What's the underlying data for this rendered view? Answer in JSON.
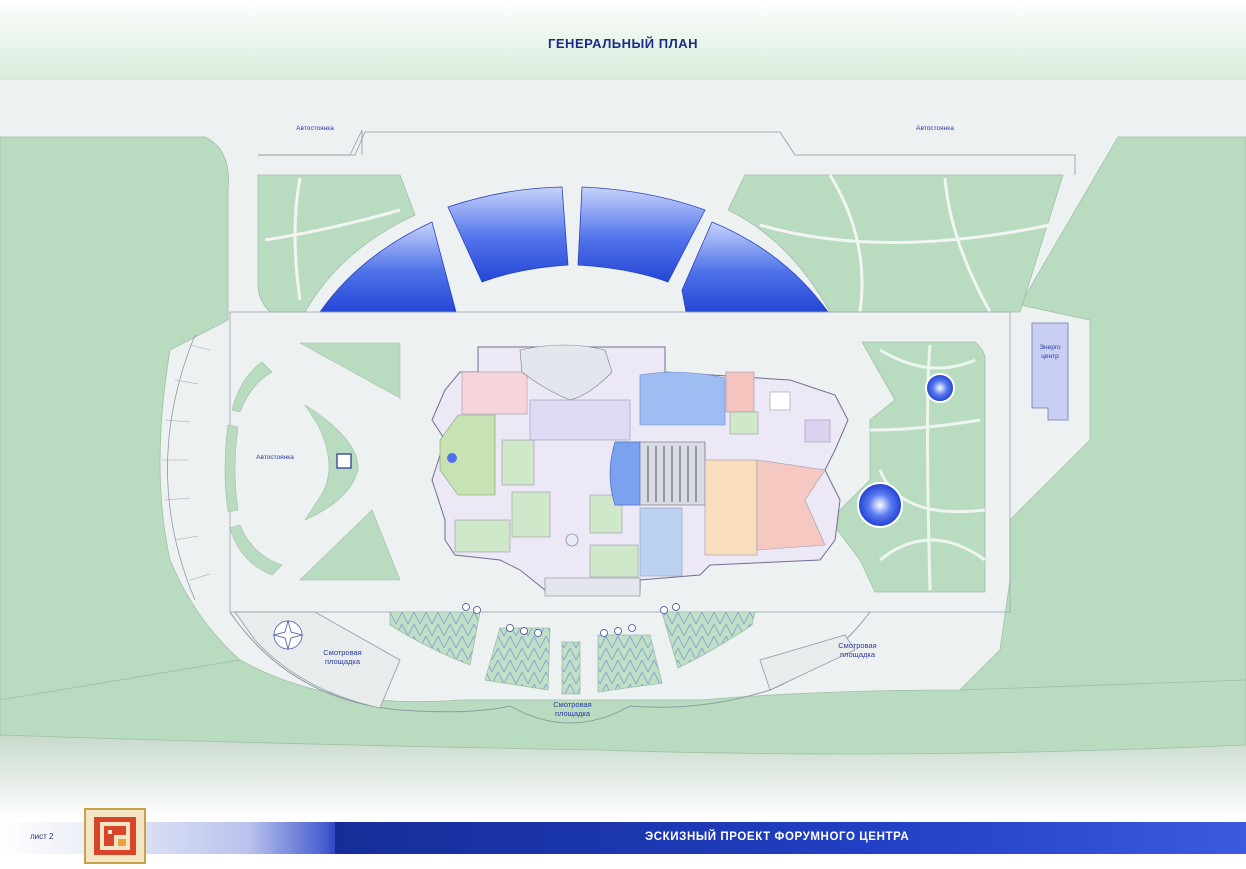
{
  "sheet": {
    "title": "ГЕНЕРАЛЬНЫЙ ПЛАН",
    "number": "лист 2",
    "caption": "ЭСКИЗНЫЙ ПРОЕКТ ФОРУМНОГО ЦЕНТРА"
  },
  "labels": {
    "parking_left_top": "Автостоянка",
    "parking_right_top": "Автостоянка",
    "parking_west": "Автостоянка",
    "energy_center_line1": "Энерго",
    "energy_center_line2": "центр",
    "viewpoint_left_line1": "Смотровая",
    "viewpoint_left_line2": "площадка",
    "viewpoint_center_line1": "Смотровая",
    "viewpoint_center_line2": "площадка",
    "viewpoint_right_line1": "Смотровая",
    "viewpoint_right_line2": "площадка"
  },
  "colors": {
    "lawn": "#b9dcc0",
    "paving": "#eef1f2",
    "water": "#3f63e6",
    "footer": "#2140c4",
    "title": "#1a2c8a"
  }
}
